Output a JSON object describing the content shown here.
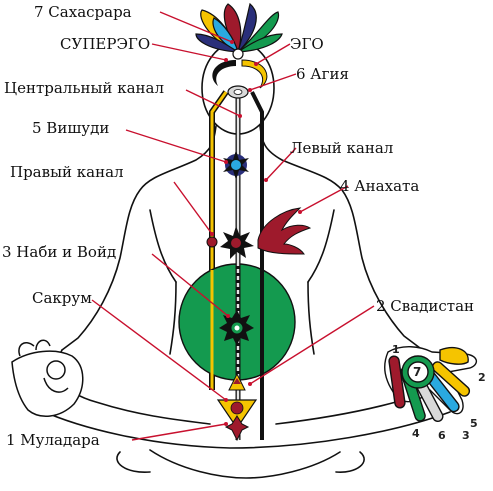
{
  "title": "",
  "colors": {
    "outline": "#111111",
    "red_line": "#c8102e",
    "yellow_channel": "#f5c400",
    "green_svadisthan": "#149a4f",
    "crimson_anahata": "#9e1a2c",
    "blue_vishuddhi": "#2aa9e0",
    "navy_sahasrara": "#2a2f7a",
    "silver_center": "#c9c9c9"
  },
  "labels": {
    "sahasrara": "7 Сахасрара",
    "superego": "СУПЕРЭГО",
    "ego": "ЭГО",
    "agya": "6 Агия",
    "central_channel": "Центральный канал",
    "vishuddhi": "5 Вишуди",
    "left_channel": "Левый канал",
    "right_channel": "Правый канал",
    "anahata": "4 Анахата",
    "nabhi_void": "3 Наби и Войд",
    "sacrum": "Сакрум",
    "svadisthan": "2 Свадистан",
    "muladhara": "1 Муладара"
  },
  "hand": {
    "center_number": "7",
    "finger_numbers": [
      "1",
      "2",
      "3",
      "4",
      "5",
      "6"
    ]
  },
  "icons": [
    "lotus-icon",
    "chakra-flower-icon",
    "flame-icon",
    "star-chakra-icon",
    "triangle-icon"
  ]
}
